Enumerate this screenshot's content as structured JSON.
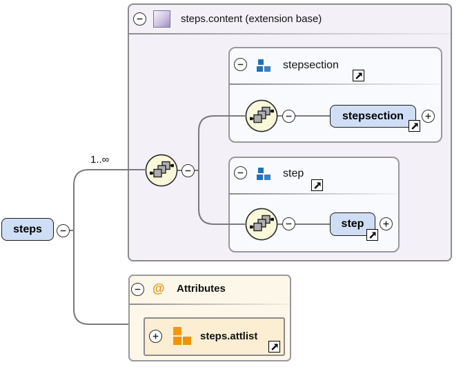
{
  "root": {
    "label": "steps"
  },
  "cardinality": "1..∞",
  "content_model": {
    "title": "steps.content (extension base)",
    "groups": [
      {
        "title": "stepsection",
        "element_label": "stepsection"
      },
      {
        "title": "step",
        "element_label": "step"
      }
    ]
  },
  "attributes_section": {
    "symbol": "@",
    "title": "Attributes",
    "attlist_label": "steps.attlist"
  },
  "icons": {
    "sequence": "sequence-compositor",
    "link": "jump-to-definition-arrow",
    "collapse": "minus",
    "expand": "plus"
  },
  "colors": {
    "container_fill": "#f3f0f8",
    "group_fill": "#f9fafd",
    "element_fill": "#cfdef5",
    "sequence_fill": "#f9f8da",
    "attributes_fill": "#fdf7e9",
    "attlist_fill": "#fceed3",
    "blue_group_icon": "#2270b7",
    "orange_attlist_icon": "#f0990e",
    "at_symbol": "#e5930f",
    "connector": "#7a7a7a"
  }
}
